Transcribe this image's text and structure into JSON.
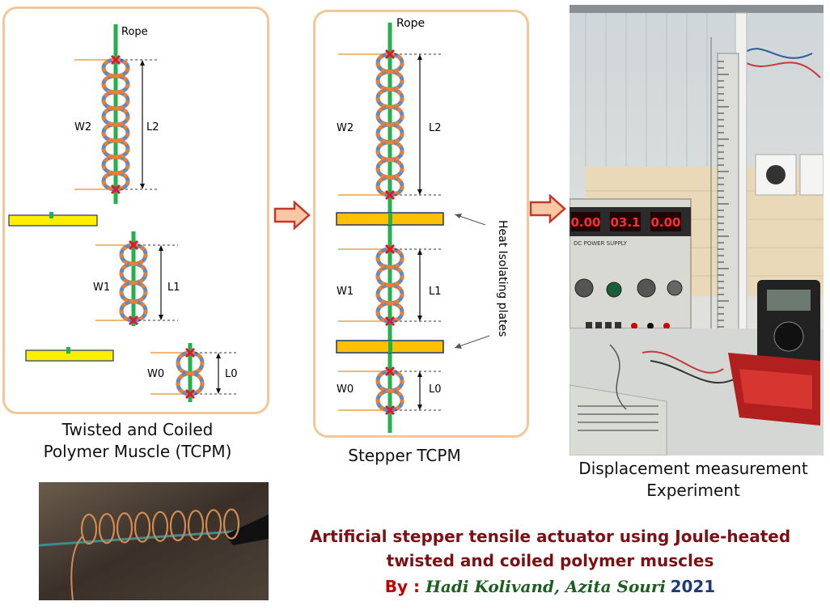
{
  "panel1": {
    "rope_label": "Rope",
    "caption_line1": "Twisted and Coiled",
    "caption_line2": "Polymer Muscle  (TCPM)",
    "coils": [
      {
        "weight_label": "W2",
        "length_label": "L2"
      },
      {
        "weight_label": "W1",
        "length_label": "L1"
      },
      {
        "weight_label": "W0",
        "length_label": "L0"
      }
    ]
  },
  "panel2": {
    "rope_label": "Rope",
    "caption": "Stepper TCPM",
    "plates_label": "Heat Isolating plates",
    "coils": [
      {
        "weight_label": "W2",
        "length_label": "L2"
      },
      {
        "weight_label": "W1",
        "length_label": "L1"
      },
      {
        "weight_label": "W0",
        "length_label": "L0"
      }
    ]
  },
  "photo_experiment": {
    "caption_line1": "Displacement measurement",
    "caption_line2": "Experiment",
    "power_display_1": "0.00",
    "power_display_2": "03.1",
    "power_display_3": "0.00",
    "power_supply_label": "DC POWER SUPPLY"
  },
  "title": {
    "line1": "Artificial stepper tensile actuator using Joule-heated",
    "line2": "twisted and coiled polymer muscles"
  },
  "byline": {
    "label": "By : ",
    "names": "Hadi Kolivand, Azita Souri",
    "year": "2021"
  },
  "colors": {
    "rope": "#22b14c",
    "coil_blue": "#5b8cc8",
    "coil_orange": "#ed7d31",
    "plate_fill": "#ffc000",
    "plate_fill_panel1": "#ffee00",
    "plate_border": "#1f3864",
    "panel_border": "#f2c79a",
    "arrow_fill": "#f8c8a4",
    "arrow_border": "#c0392b",
    "marker": "#e0162b",
    "title": "#7b1114"
  }
}
